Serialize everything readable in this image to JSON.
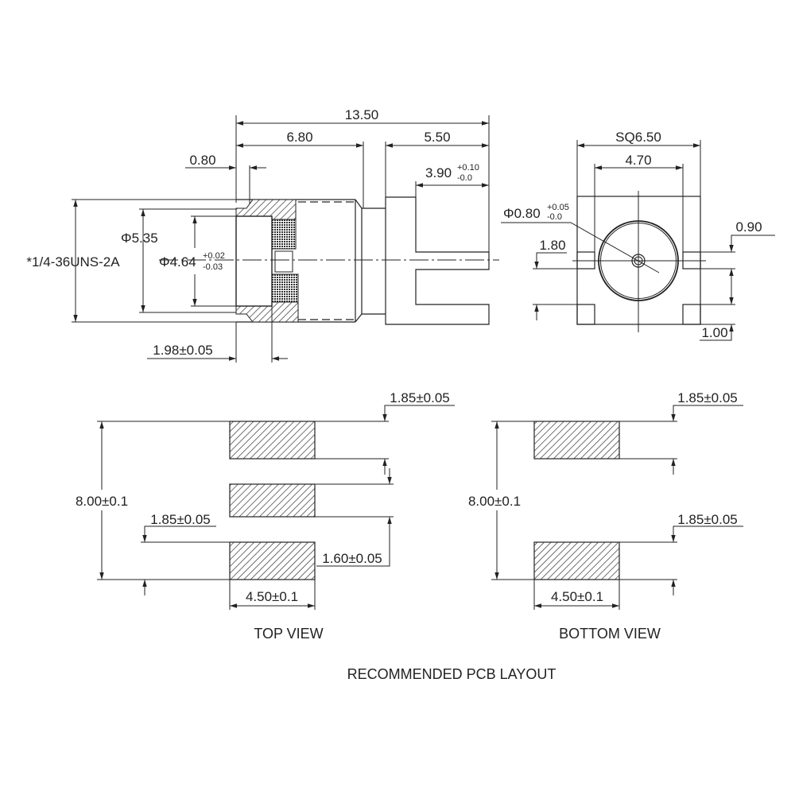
{
  "side_view": {
    "overall_length": "13.50",
    "body_length": "6.80",
    "flange_to_end": "5.50",
    "nut_offset": "0.80",
    "leg_length": {
      "value": "3.90",
      "upper_tol": "+0.10",
      "lower_tol": "-0.0"
    },
    "thread": "*1/4-36UNS-2A",
    "outer_diameter": "Φ5.35",
    "inner_diameter": {
      "value": "Φ4.64",
      "upper_tol": "+0.02",
      "lower_tol": "-0.03"
    },
    "face_depth": "1.98±0.05"
  },
  "end_view": {
    "square_size": "SQ6.50",
    "inner_width": "4.70",
    "pin_diameter": {
      "value": "Φ0.80",
      "upper_tol": "+0.05",
      "lower_tol": "-0.0"
    },
    "pad_pitch": "1.80",
    "pad_height": "0.90",
    "corner_height": "1.00"
  },
  "top_view": {
    "pad_top_height": "1.85±0.05",
    "total_span": "8.00±0.1",
    "pad_left_height": "1.85±0.05",
    "pad_mid_height": "1.60±0.05",
    "pad_width": "4.50±0.1",
    "title": "TOP VIEW"
  },
  "bottom_view": {
    "pad_top_height": "1.85±0.05",
    "total_span": "8.00±0.1",
    "pad_bottom_height": "1.85±0.05",
    "pad_width": "4.50±0.1",
    "title": "BOTTOM VIEW"
  },
  "caption": "RECOMMENDED PCB LAYOUT"
}
